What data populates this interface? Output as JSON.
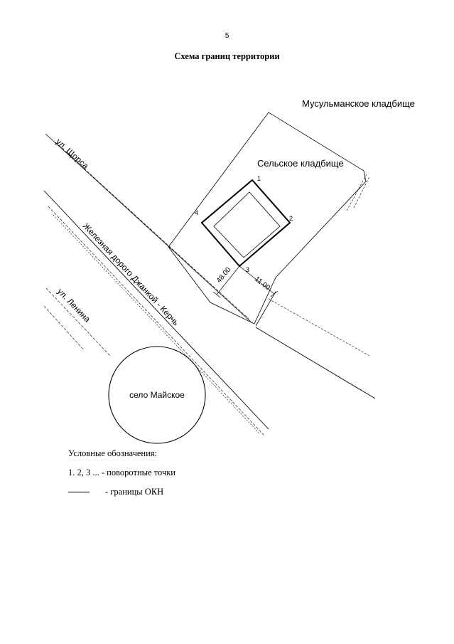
{
  "header": {
    "page_number": "5",
    "title": "Схема границ территории"
  },
  "map": {
    "labels": {
      "muslim_cemetery": "Мусульманское кладбище",
      "rural_cemetery": "Сельское кладбище",
      "shchorsa_street": "ул. Щорса",
      "railway": "Железная дорого Джанкой - Керчь",
      "lenina_street": "ул. Ленина",
      "village": "село Майское"
    },
    "turning_points": [
      "1",
      "2",
      "3",
      "4"
    ],
    "dimensions": [
      "48.00",
      "11.00"
    ]
  },
  "legend": {
    "title": "Условные обозначения:",
    "points": "1. 2, 3 ... - поворотные точки",
    "boundary": "- границы ОКН"
  }
}
